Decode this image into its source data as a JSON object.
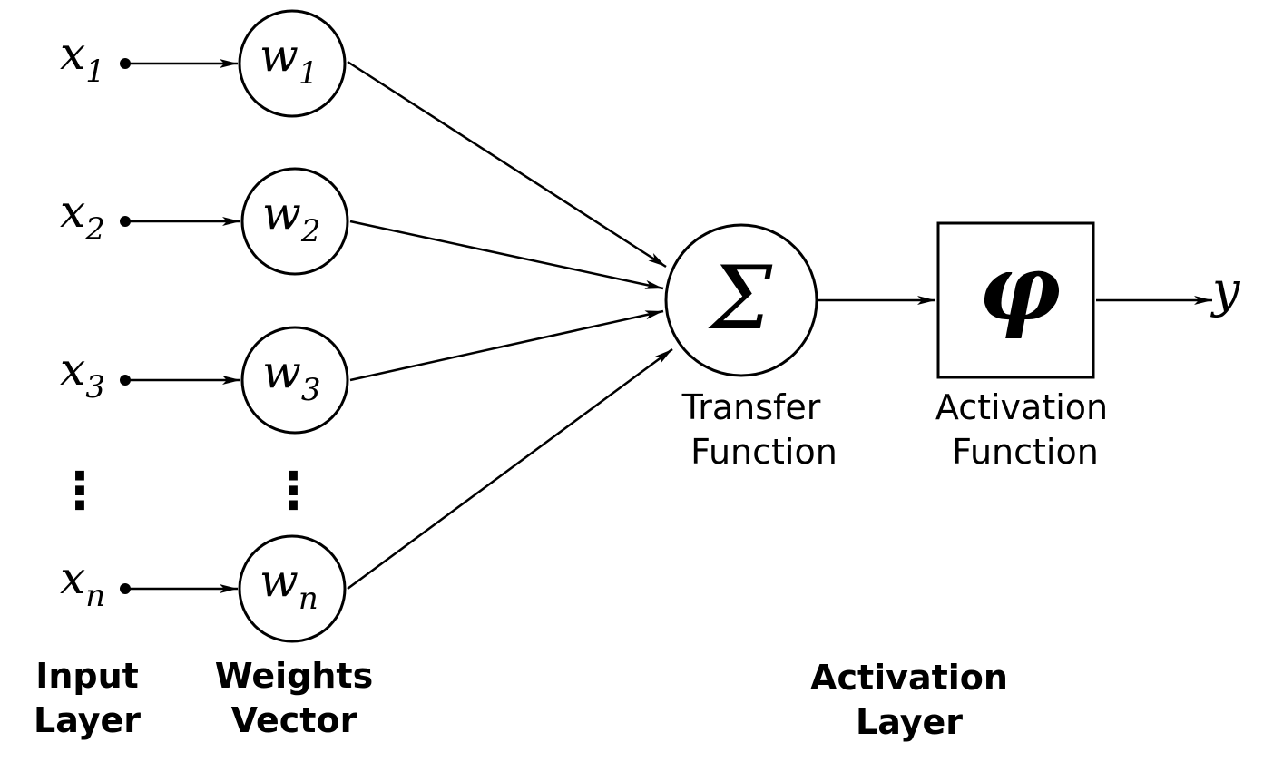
{
  "inputs": [
    {
      "base": "x",
      "sub": "1"
    },
    {
      "base": "x",
      "sub": "2"
    },
    {
      "base": "x",
      "sub": "3"
    },
    {
      "base": "x",
      "sub": "n"
    }
  ],
  "weights": [
    {
      "base": "w",
      "sub": "1"
    },
    {
      "base": "w",
      "sub": "2"
    },
    {
      "base": "w",
      "sub": "3"
    },
    {
      "base": "w",
      "sub": "n"
    }
  ],
  "ellipsis": "⋮",
  "transfer": {
    "symbol": "Σ",
    "label_line1": "Transfer",
    "label_line2": "Function"
  },
  "activation": {
    "symbol": "φ",
    "label_line1": "Activation",
    "label_line2": "Function"
  },
  "output": {
    "symbol": "y"
  },
  "section_labels": {
    "input_line1": "Input",
    "input_line2": "Layer",
    "weights_line1": "Weights",
    "weights_line2": "Vector",
    "activation_line1": "Activation",
    "activation_line2": "Layer"
  }
}
